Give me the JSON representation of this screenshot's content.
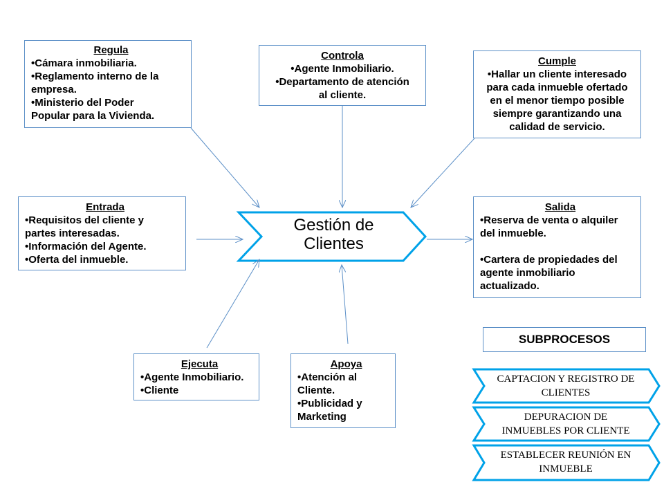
{
  "center": {
    "label_line1": "Gestión de",
    "label_line2": "Clientes"
  },
  "regula": {
    "title": "Regula",
    "items": [
      "•Cámara inmobiliaria.",
      "•Reglamento interno de la",
      "empresa.",
      "•Ministerio del Poder",
      "Popular para la Vivienda."
    ]
  },
  "controla": {
    "title": "Controla",
    "items": [
      "•Agente Inmobiliario.",
      "•Departamento de atención",
      "al cliente."
    ]
  },
  "cumple": {
    "title": "Cumple",
    "items": [
      "•Hallar un cliente interesado",
      "para cada inmueble ofertado",
      "en el menor tiempo posible",
      "siempre garantizando una",
      "calidad de servicio."
    ]
  },
  "entrada": {
    "title": "Entrada",
    "items": [
      "•Requisitos del cliente y",
      "partes interesadas.",
      "•Información del Agente.",
      "•Oferta del inmueble."
    ]
  },
  "salida": {
    "title": "Salida",
    "items": [
      "•Reserva de venta o alquiler",
      "del inmueble.",
      "",
      "•Cartera de propiedades del",
      "agente inmobiliario",
      "actualizado."
    ]
  },
  "ejecuta": {
    "title": "Ejecuta",
    "items": [
      "•Agente Inmobiliario.",
      "•Cliente"
    ]
  },
  "apoya": {
    "title": "Apoya",
    "items": [
      "•Atención al",
      "Cliente.",
      "•Publicidad y",
      "Marketing"
    ]
  },
  "subprocesos": {
    "heading": "SUBPROCESOS",
    "items": [
      {
        "line1": "CAPTACION  Y REGISTRO DE",
        "line2": "CLIENTES"
      },
      {
        "line1": "DEPURACION DE",
        "line2": "INMUEBLES POR CLIENTE"
      },
      {
        "line1": "ESTABLECER REUNIÓN EN",
        "line2": "INMUEBLE"
      }
    ]
  },
  "colors": {
    "border": "#5b8fc7",
    "chevron_border": "#00a2e8",
    "arrow": "#5b8fc7"
  }
}
